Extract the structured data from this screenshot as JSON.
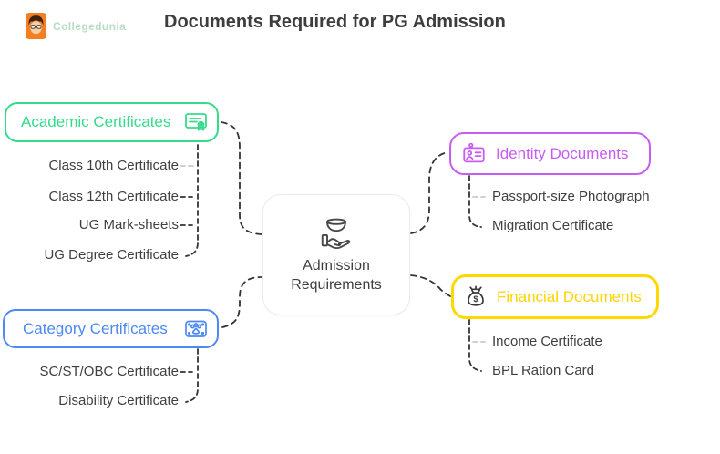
{
  "header": {
    "brand": "Collegedunia",
    "title": "Documents Required for PG Admission",
    "logo_icon": "collegedunia-mascot-icon"
  },
  "center_node": {
    "icon": "hand-holding-bowl-icon",
    "label_line1": "Admission",
    "label_line2": "Requirements"
  },
  "branches": {
    "academic": {
      "label": "Academic Certificates",
      "accent_color": "#35db8b",
      "icon": "certificate-icon",
      "items": [
        "Class 10th Certificate",
        "Class 12th Certificate",
        "UG Mark-sheets",
        "UG Degree Certificate"
      ]
    },
    "category": {
      "label": "Category Certificates",
      "accent_color": "#4c89f2",
      "icon": "category-card-icon",
      "items": [
        "SC/ST/OBC Certificate",
        "Disability Certificate"
      ]
    },
    "identity": {
      "label": "Identity Documents",
      "accent_color": "#c75cf2",
      "icon": "id-card-icon",
      "items": [
        "Passport-size Photograph",
        "Migration Certificate"
      ]
    },
    "financial": {
      "label": "Financial Documents",
      "accent_color": "#ffd800",
      "icon": "money-bag-icon",
      "items": [
        "Income Certificate",
        "BPL Ration Card"
      ]
    }
  },
  "colors": {
    "background": "#ffffff",
    "logo_background": "#f57e20",
    "brand_text": "#b9dcc5",
    "title_text": "#3d3d3d",
    "item_text": "#3f3f3f",
    "connector": "#333333",
    "connector_faint": "#c9c9c9",
    "center_border": "#ebebeb",
    "money_bag_icon": "#3a3a3a"
  }
}
